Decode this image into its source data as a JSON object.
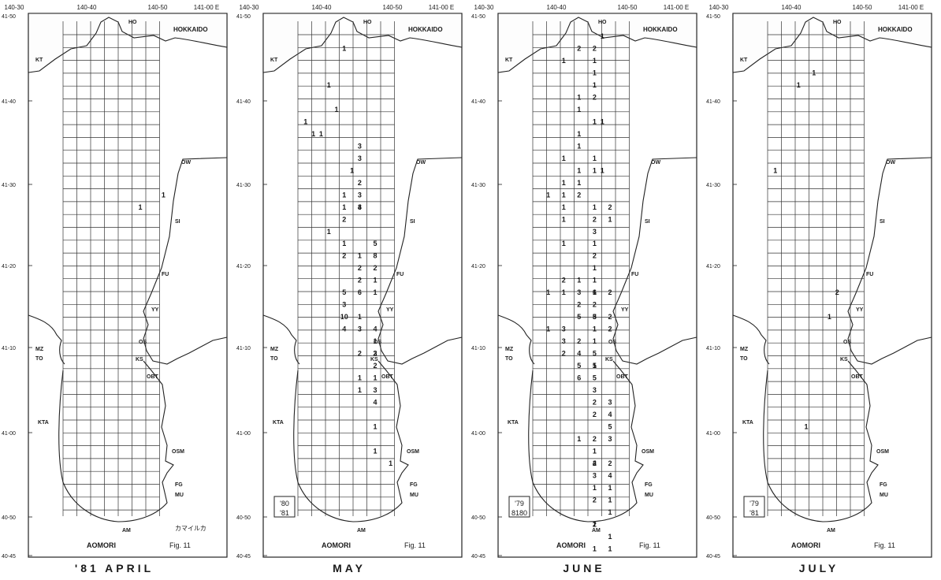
{
  "figure": "Fig. 11",
  "species_jp": "カマイルカ",
  "top_labels": [
    "140-30",
    "140-40",
    "140-50",
    "141-00 E"
  ],
  "lat_labels": [
    "41-50",
    "41-40",
    "41-30",
    "41-20",
    "41-10",
    "41-00",
    "40-50",
    "40-45"
  ],
  "places": {
    "HO": "HO",
    "KT": "KT",
    "OW": "OW",
    "SI": "SI",
    "FU": "FU",
    "YY": "YY",
    "OS": "OS",
    "KS": "KS",
    "MZ": "MZ",
    "TO": "TO",
    "OBT": "OBT",
    "KTA": "KTA",
    "OSM": "OSM",
    "FG": "FG",
    "MU": "MU",
    "AM": "AM"
  },
  "hokkaido": "HOKKAIDO",
  "aomori": "AOMORI",
  "panels": [
    {
      "month": "'81 APRIL",
      "years": [
        "",
        ""
      ],
      "note": "カマイルカ",
      "counts": [
        [
          "1",
          13,
          13
        ],
        [
          "1",
          10,
          14
        ]
      ]
    },
    {
      "month": "MAY",
      "years": [
        "'80",
        "'81"
      ],
      "note": "",
      "counts": [
        [
          "1",
          6,
          1
        ],
        [
          "1",
          4,
          4
        ],
        [
          "1",
          5,
          6
        ],
        [
          "1",
          1,
          7
        ],
        [
          "1",
          3,
          8
        ],
        [
          "1",
          2,
          8
        ],
        [
          "3",
          8,
          9
        ],
        [
          "3",
          8,
          10
        ],
        [
          "1",
          7,
          11
        ],
        [
          "2",
          8,
          12
        ],
        [
          "3",
          8,
          13
        ],
        [
          "1",
          6,
          13
        ],
        [
          "3",
          8,
          14
        ],
        [
          "4",
          8,
          14
        ],
        [
          "1",
          6,
          14
        ],
        [
          "2",
          6,
          15
        ],
        [
          "1",
          4,
          16
        ],
        [
          "1",
          6,
          17
        ],
        [
          "5",
          10,
          17
        ],
        [
          "2",
          6,
          18
        ],
        [
          "1",
          8,
          18
        ],
        [
          "8",
          10,
          18
        ],
        [
          "2",
          8,
          19
        ],
        [
          "2",
          8,
          20
        ],
        [
          "2",
          10,
          19
        ],
        [
          "1",
          10,
          20
        ],
        [
          "5",
          6,
          21
        ],
        [
          "3",
          6,
          22
        ],
        [
          "6",
          8,
          21
        ],
        [
          "1",
          10,
          21
        ],
        [
          "10",
          6,
          23
        ],
        [
          "4",
          6,
          24
        ],
        [
          "1",
          8,
          23
        ],
        [
          "3",
          8,
          24
        ],
        [
          "4",
          10,
          24
        ],
        [
          "1",
          10,
          25
        ],
        [
          "3",
          10,
          26
        ],
        [
          "2",
          8,
          26
        ],
        [
          "2",
          10,
          26
        ],
        [
          "2",
          10,
          27
        ],
        [
          "1",
          10,
          28
        ],
        [
          "1",
          8,
          28
        ],
        [
          "1",
          8,
          29
        ],
        [
          "3",
          10,
          29
        ],
        [
          "4",
          10,
          30
        ],
        [
          "1",
          10,
          32
        ],
        [
          "1",
          10,
          34
        ],
        [
          "1",
          12,
          35
        ]
      ]
    },
    {
      "month": "JUNE",
      "years": [
        "'79",
        "8180"
      ],
      "note": "",
      "counts": [
        [
          "1",
          9,
          0
        ],
        [
          "2",
          8,
          1
        ],
        [
          "2",
          6,
          1
        ],
        [
          "1",
          8,
          2
        ],
        [
          "1",
          4,
          2
        ],
        [
          "1",
          8,
          3
        ],
        [
          "1",
          8,
          4
        ],
        [
          "1",
          6,
          5
        ],
        [
          "2",
          8,
          5
        ],
        [
          "1",
          6,
          6
        ],
        [
          "1",
          8,
          7
        ],
        [
          "1",
          9,
          7
        ],
        [
          "1",
          6,
          8
        ],
        [
          "1",
          6,
          9
        ],
        [
          "1",
          8,
          10
        ],
        [
          "1",
          4,
          10
        ],
        [
          "1",
          8,
          11
        ],
        [
          "1",
          9,
          11
        ],
        [
          "1",
          6,
          11
        ],
        [
          "1",
          4,
          12
        ],
        [
          "1",
          6,
          12
        ],
        [
          "1",
          2,
          13
        ],
        [
          "1",
          4,
          13
        ],
        [
          "2",
          6,
          13
        ],
        [
          "1",
          4,
          14
        ],
        [
          "1",
          8,
          14
        ],
        [
          "2",
          10,
          14
        ],
        [
          "1",
          4,
          15
        ],
        [
          "2",
          8,
          15
        ],
        [
          "1",
          10,
          15
        ],
        [
          "3",
          8,
          16
        ],
        [
          "1",
          8,
          17
        ],
        [
          "1",
          4,
          17
        ],
        [
          "2",
          8,
          18
        ],
        [
          "1",
          8,
          19
        ],
        [
          "2",
          4,
          20
        ],
        [
          "1",
          6,
          20
        ],
        [
          "1",
          8,
          20
        ],
        [
          "1",
          2,
          21
        ],
        [
          "1",
          4,
          21
        ],
        [
          "3",
          6,
          21
        ],
        [
          "1",
          8,
          21
        ],
        [
          "6",
          8,
          21
        ],
        [
          "2",
          10,
          21
        ],
        [
          "2",
          6,
          22
        ],
        [
          "2",
          8,
          22
        ],
        [
          "5",
          6,
          23
        ],
        [
          "5",
          8,
          23
        ],
        [
          "3",
          8,
          23
        ],
        [
          "2",
          10,
          23
        ],
        [
          "1",
          2,
          24
        ],
        [
          "3",
          4,
          24
        ],
        [
          "1",
          8,
          24
        ],
        [
          "2",
          10,
          24
        ],
        [
          "3",
          4,
          25
        ],
        [
          "2",
          6,
          25
        ],
        [
          "1",
          8,
          25
        ],
        [
          "2",
          4,
          26
        ],
        [
          "4",
          6,
          26
        ],
        [
          "5",
          8,
          26
        ],
        [
          "1",
          8,
          27
        ],
        [
          "5",
          6,
          27
        ],
        [
          "5",
          8,
          27
        ],
        [
          "6",
          6,
          28
        ],
        [
          "5",
          8,
          28
        ],
        [
          "3",
          8,
          29
        ],
        [
          "2",
          8,
          30
        ],
        [
          "3",
          10,
          30
        ],
        [
          "2",
          8,
          31
        ],
        [
          "4",
          10,
          31
        ],
        [
          "5",
          10,
          32
        ],
        [
          "1",
          6,
          33
        ],
        [
          "2",
          8,
          33
        ],
        [
          "3",
          10,
          33
        ],
        [
          "1",
          8,
          34
        ],
        [
          "2",
          8,
          35
        ],
        [
          "4",
          8,
          35
        ],
        [
          "2",
          10,
          35
        ],
        [
          "4",
          10,
          36
        ],
        [
          "3",
          8,
          36
        ],
        [
          "1",
          8,
          37
        ],
        [
          "1",
          10,
          37
        ],
        [
          "2",
          8,
          38
        ],
        [
          "1",
          10,
          38
        ],
        [
          "1",
          10,
          39
        ],
        [
          "1",
          8,
          40
        ],
        [
          "2",
          8,
          40
        ],
        [
          "1",
          10,
          41
        ],
        [
          "1",
          8,
          42
        ],
        [
          "1",
          10,
          42
        ]
      ]
    },
    {
      "month": "JULY",
      "years": [
        "'79",
        "'81"
      ],
      "note": "",
      "counts": [
        [
          "1",
          6,
          3
        ],
        [
          "1",
          4,
          4
        ],
        [
          "1",
          1,
          11
        ],
        [
          "2",
          9,
          21
        ],
        [
          "1",
          8,
          23
        ],
        [
          "1",
          5,
          32
        ]
      ]
    }
  ]
}
